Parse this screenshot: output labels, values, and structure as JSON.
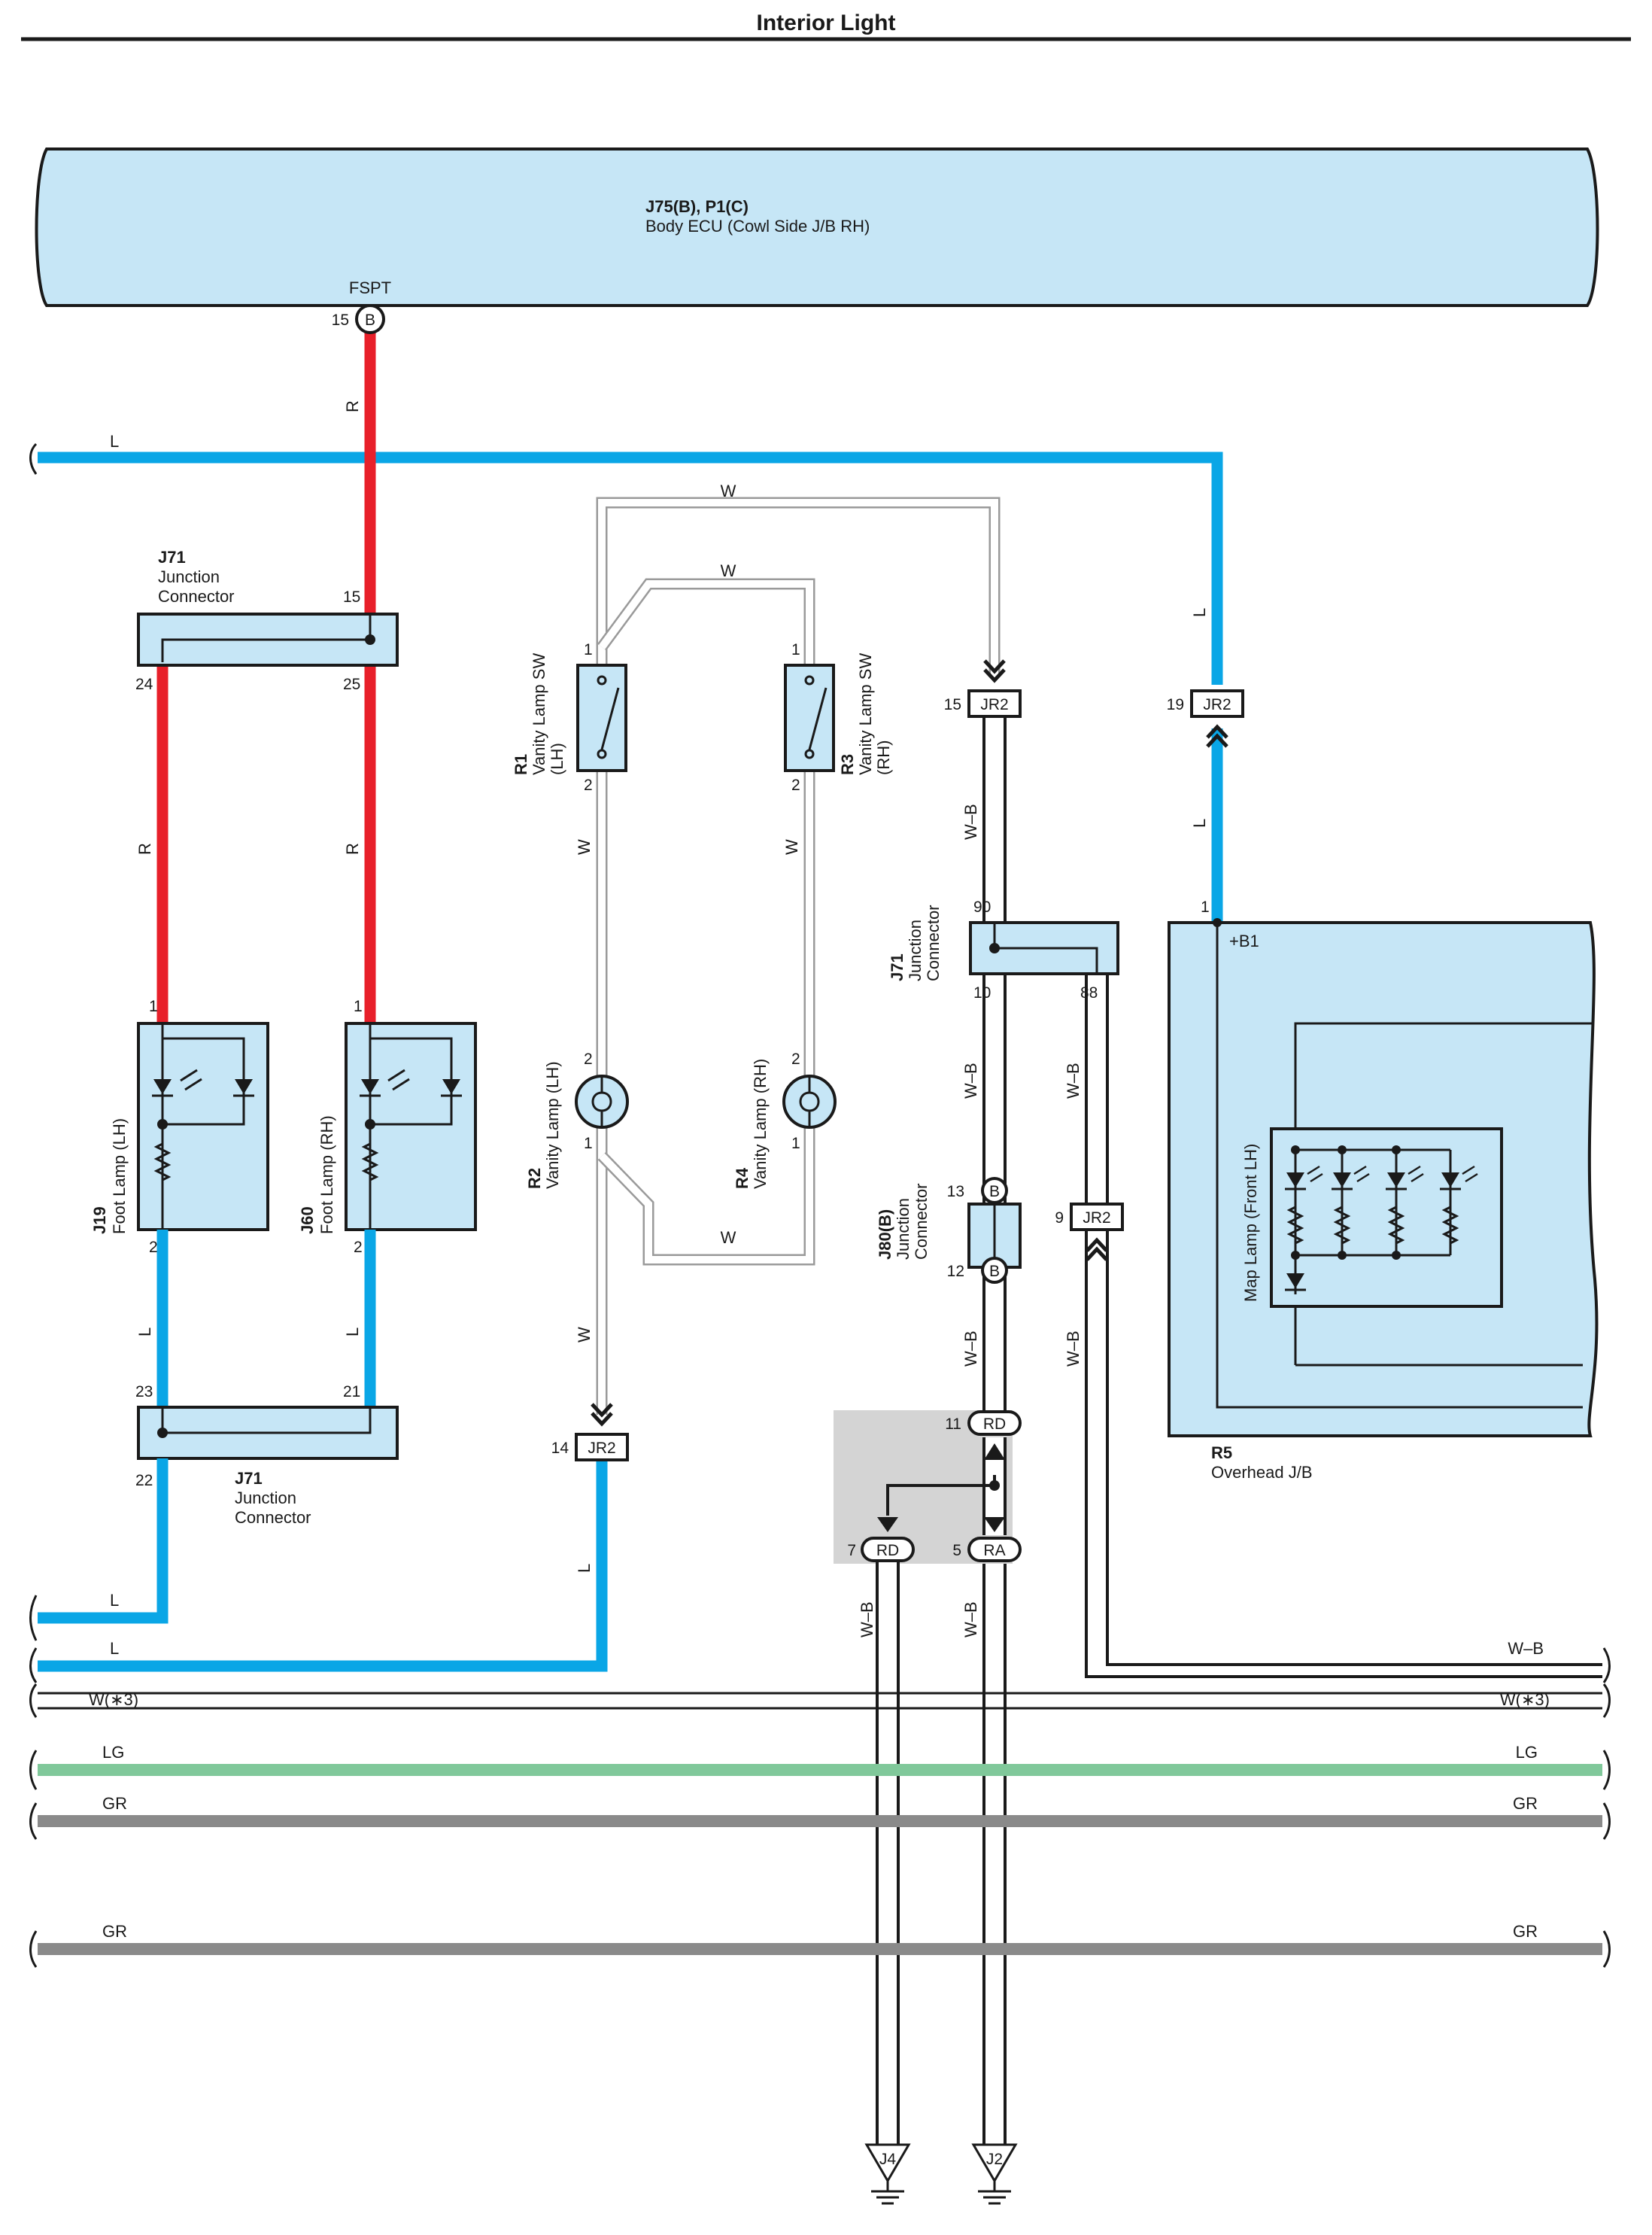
{
  "title": "Interior Light",
  "ecu": {
    "code": "J75(B), P1(C)",
    "name": "Body ECU (Cowl Side J/B RH)",
    "terminal": "FSPT",
    "pin": "15",
    "conn": "B"
  },
  "colors": {
    "R": "#e8202a",
    "L": "#0aa6e6",
    "LG": "#80c89a",
    "GR": "#8a8a8a",
    "box": "#c6e6f6",
    "shade": "#d4d4d4"
  },
  "wires": {
    "R": "R",
    "L": "L",
    "W": "W",
    "WB": "W–B",
    "W3": "W(∗3)",
    "LG": "LG",
    "GR": "GR"
  },
  "j71_top": {
    "code": "J71",
    "l1": "Junction",
    "l2": "Connector",
    "p15": "15",
    "p24": "24",
    "p25": "25"
  },
  "j71_bot": {
    "code": "J71",
    "l1": "Junction",
    "l2": "Connector",
    "p23": "23",
    "p21": "21",
    "p22": "22"
  },
  "j71_mid": {
    "code": "J71",
    "l1": "Junction",
    "l2": "Connector",
    "p90": "90",
    "p10": "10",
    "p88": "88"
  },
  "j19": {
    "code": "J19",
    "name": "Foot Lamp (LH)",
    "p1": "1",
    "p2": "2"
  },
  "j60": {
    "code": "J60",
    "name": "Foot Lamp (RH)",
    "p1": "1",
    "p2": "2"
  },
  "r1": {
    "code": "R1",
    "name": "Vanity Lamp SW",
    "side": "(LH)",
    "p1": "1",
    "p2": "2"
  },
  "r3": {
    "code": "R3",
    "name": "Vanity Lamp SW",
    "side": "(RH)",
    "p1": "1",
    "p2": "2"
  },
  "r2": {
    "code": "R2",
    "name": "Vanity Lamp (LH)",
    "p1": "1",
    "p2": "2"
  },
  "r4": {
    "code": "R4",
    "name": "Vanity Lamp (RH)",
    "p1": "1",
    "p2": "2"
  },
  "jr2": {
    "name": "JR2",
    "p15": "15",
    "p19": "19",
    "p14": "14",
    "p9": "9"
  },
  "j80": {
    "code": "J80(B)",
    "l1": "Junction",
    "l2": "Connector",
    "p13": "13",
    "p12": "12",
    "conn": "B"
  },
  "splice": {
    "p11": "11",
    "p7": "7",
    "p5": "5",
    "rd": "RD",
    "ra": "RA"
  },
  "r5": {
    "code": "R5",
    "name": "Overhead J/B",
    "p1": "1",
    "b1": "+B1",
    "map": "Map Lamp (Front LH)"
  },
  "grounds": {
    "j4": "J4",
    "j2": "J2"
  }
}
